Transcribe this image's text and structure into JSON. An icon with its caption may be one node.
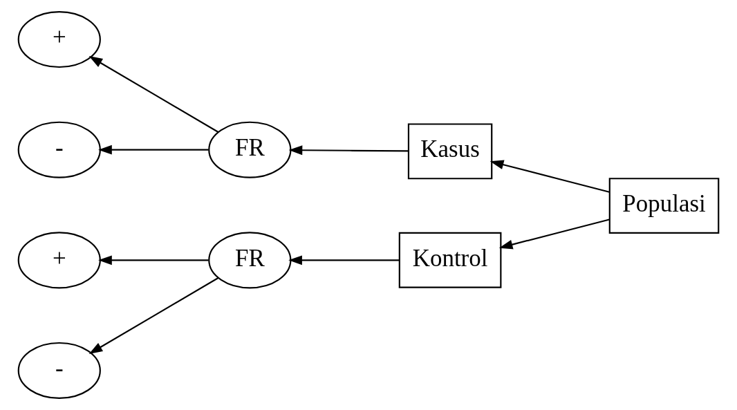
{
  "diagram": {
    "nodes": [
      {
        "text": [
          "Populasi"
        ]
      },
      {
        "text": [
          "Kasus"
        ]
      },
      {
        "text": [
          "Kontrol"
        ]
      },
      {
        "text": [
          "FR"
        ]
      },
      {
        "text": [
          "FR"
        ]
      },
      {
        "text": [
          "+"
        ]
      },
      {
        "text": [
          "-"
        ]
      },
      {
        "text": [
          "+"
        ]
      },
      {
        "text": [
          "-"
        ]
      }
    ],
    "edges": [
      {
        "from": 0,
        "to": 1,
        "arrow": "to"
      },
      {
        "from": 0,
        "to": 2,
        "arrow": "to"
      },
      {
        "from": 1,
        "to": 3,
        "arrow": "to"
      },
      {
        "from": 2,
        "to": 4,
        "arrow": "to"
      },
      {
        "from": 3,
        "to": 5,
        "arrow": "to"
      },
      {
        "from": 3,
        "to": 6,
        "arrow": "to"
      },
      {
        "from": 4,
        "to": 7,
        "arrow": "to"
      },
      {
        "from": 4,
        "to": 8,
        "arrow": "to"
      }
    ]
  }
}
